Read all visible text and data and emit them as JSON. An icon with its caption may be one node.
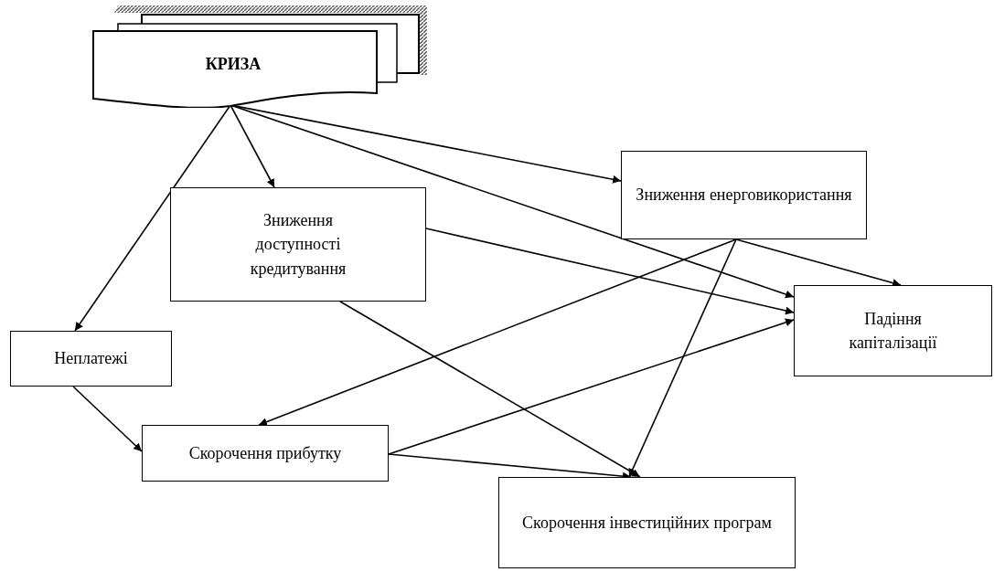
{
  "diagram": {
    "nodes": [
      {
        "text": [
          "КРИЗА"
        ]
      },
      {
        "text": [
          "Зниження доступності кредитування"
        ]
      },
      {
        "text": [
          "Зниження енерговикористання"
        ]
      },
      {
        "text": [
          "Неплатежі"
        ]
      },
      {
        "text": [
          "Падіння капіталізації"
        ]
      },
      {
        "text": [
          "Скорочення прибутку"
        ]
      },
      {
        "text": [
          "Скорочення інвестиційних програм"
        ]
      }
    ],
    "edges": [
      {
        "from": 0,
        "to": 3,
        "arrow": "to"
      },
      {
        "from": 0,
        "to": 1,
        "arrow": "to"
      },
      {
        "from": 0,
        "to": 2,
        "arrow": "to"
      },
      {
        "from": 0,
        "to": 4,
        "arrow": "to"
      },
      {
        "from": 1,
        "to": 4,
        "arrow": "to"
      },
      {
        "from": 1,
        "to": 6,
        "arrow": "to"
      },
      {
        "from": 2,
        "to": 4,
        "arrow": "to"
      },
      {
        "from": 2,
        "to": 5,
        "arrow": "to"
      },
      {
        "from": 2,
        "to": 6,
        "arrow": "to"
      },
      {
        "from": 3,
        "to": 5,
        "arrow": "to"
      },
      {
        "from": 5,
        "to": 4,
        "arrow": "to"
      },
      {
        "from": 5,
        "to": 6,
        "arrow": "to"
      }
    ]
  }
}
